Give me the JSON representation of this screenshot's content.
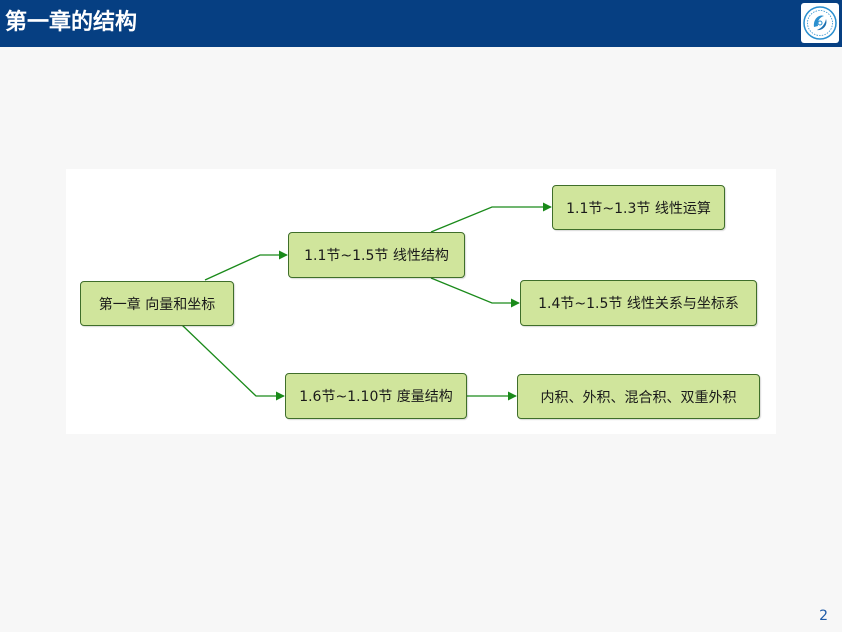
{
  "slide": {
    "title": "第一章的结构",
    "page_number": "2"
  },
  "colors": {
    "title_bar": "#063f82",
    "node_fill": "#d0e59c",
    "node_border": "#3f6e2a",
    "connector": "#1a8a1a",
    "page_number": "#1f5ba8"
  },
  "diagram": {
    "nodes": {
      "root": "第一章 向量和坐标",
      "linear_structure": "1.1节~1.5节 线性结构",
      "metric_structure": "1.6节~1.10节 度量结构",
      "linear_operations": "1.1节~1.3节 线性运算",
      "linear_relations": "1.4节~1.5节 线性关系与坐标系",
      "products": "内积、外积、混合积、双重外积"
    }
  }
}
